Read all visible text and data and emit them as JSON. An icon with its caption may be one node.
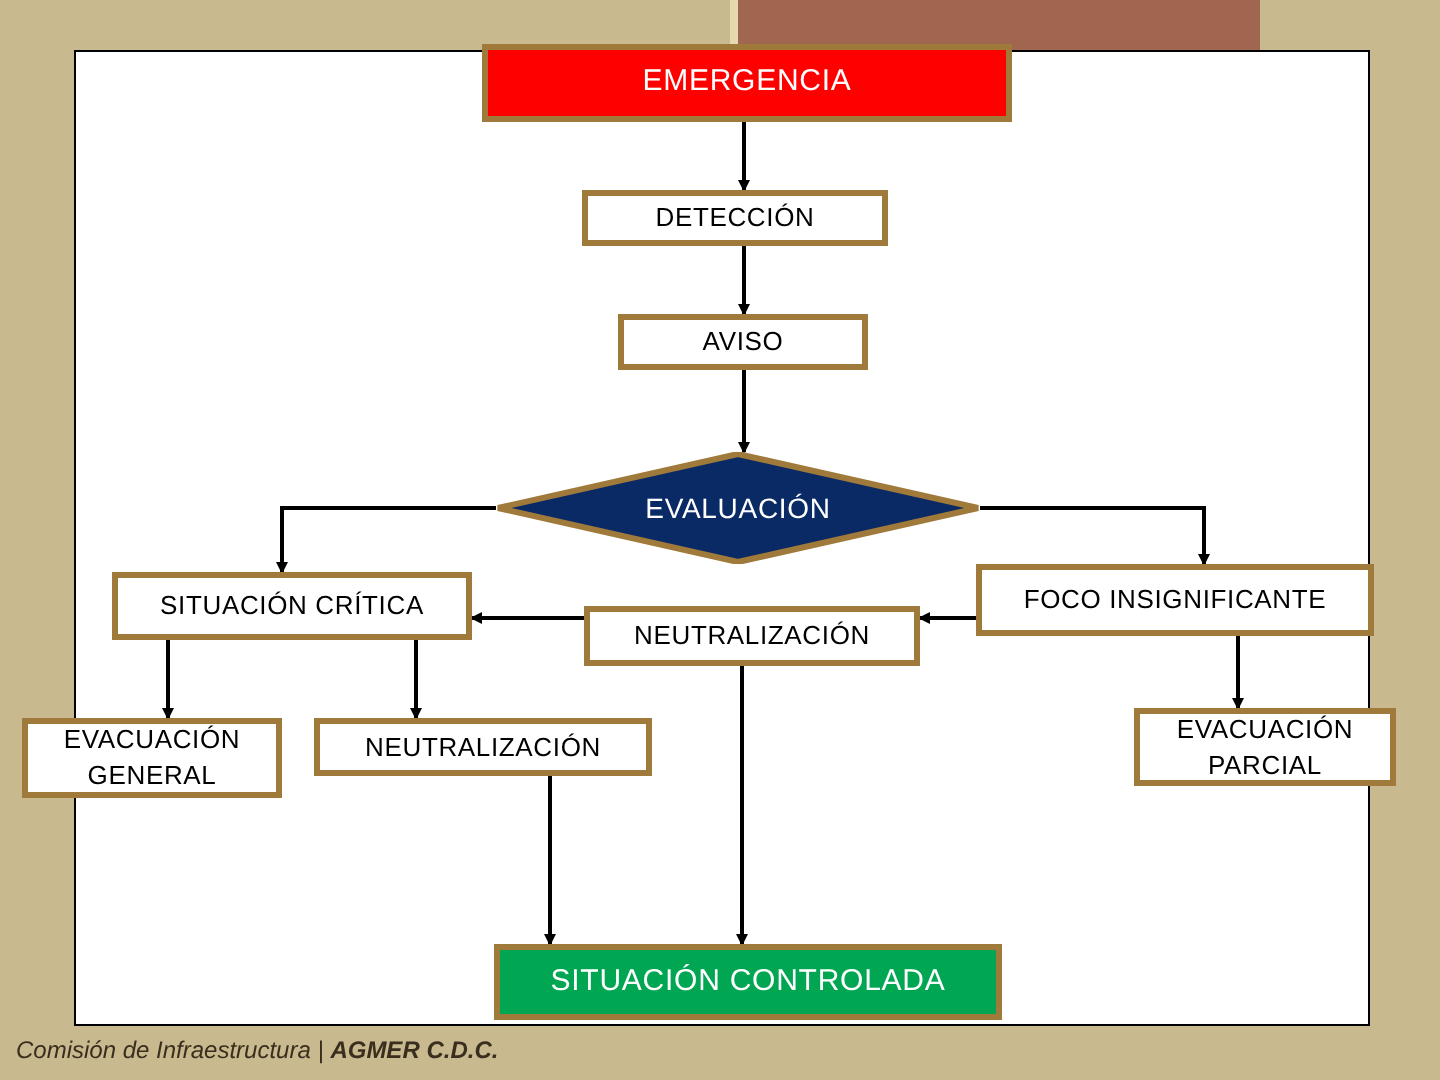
{
  "diagram": {
    "nodes": [
      {
        "text": [
          "EMERGENCIA"
        ]
      },
      {
        "text": [
          "DETECCIÓN"
        ]
      },
      {
        "text": [
          "AVISO"
        ]
      },
      {
        "text": [
          "EVALUACIÓN"
        ]
      },
      {
        "text": [
          "SITUACIÓN CRÍTICA"
        ]
      },
      {
        "text": [
          "NEUTRALIZACIÓN"
        ]
      },
      {
        "text": [
          "FOCO INSIGNIFICANTE"
        ]
      },
      {
        "text": [
          "EVACUACIÓN GENERAL"
        ]
      },
      {
        "text": [
          "NEUTRALIZACIÓN"
        ]
      },
      {
        "text": [
          "EVACUACIÓN PARCIAL"
        ]
      },
      {
        "text": [
          "SITUACIÓN CONTROLADA"
        ]
      }
    ],
    "edges": [
      {
        "from": 0,
        "to": 1,
        "arrow": "to"
      },
      {
        "from": 1,
        "to": 2,
        "arrow": "to"
      },
      {
        "from": 2,
        "to": 3,
        "arrow": "to"
      },
      {
        "from": 3,
        "to": 4,
        "arrow": "to"
      },
      {
        "from": 3,
        "to": 6,
        "arrow": "to"
      },
      {
        "from": 6,
        "to": 5,
        "arrow": "to"
      },
      {
        "from": 5,
        "to": 4,
        "arrow": "to"
      },
      {
        "from": 4,
        "to": 7,
        "arrow": "to"
      },
      {
        "from": 4,
        "to": 8,
        "arrow": "to"
      },
      {
        "from": 6,
        "to": 9,
        "arrow": "to"
      },
      {
        "from": 8,
        "to": 10,
        "arrow": "to"
      },
      {
        "from": 5,
        "to": 10,
        "arrow": "to"
      }
    ],
    "labels": [
      "Comisión de Infraestructura | **AGMER C.D.C.**"
    ]
  }
}
